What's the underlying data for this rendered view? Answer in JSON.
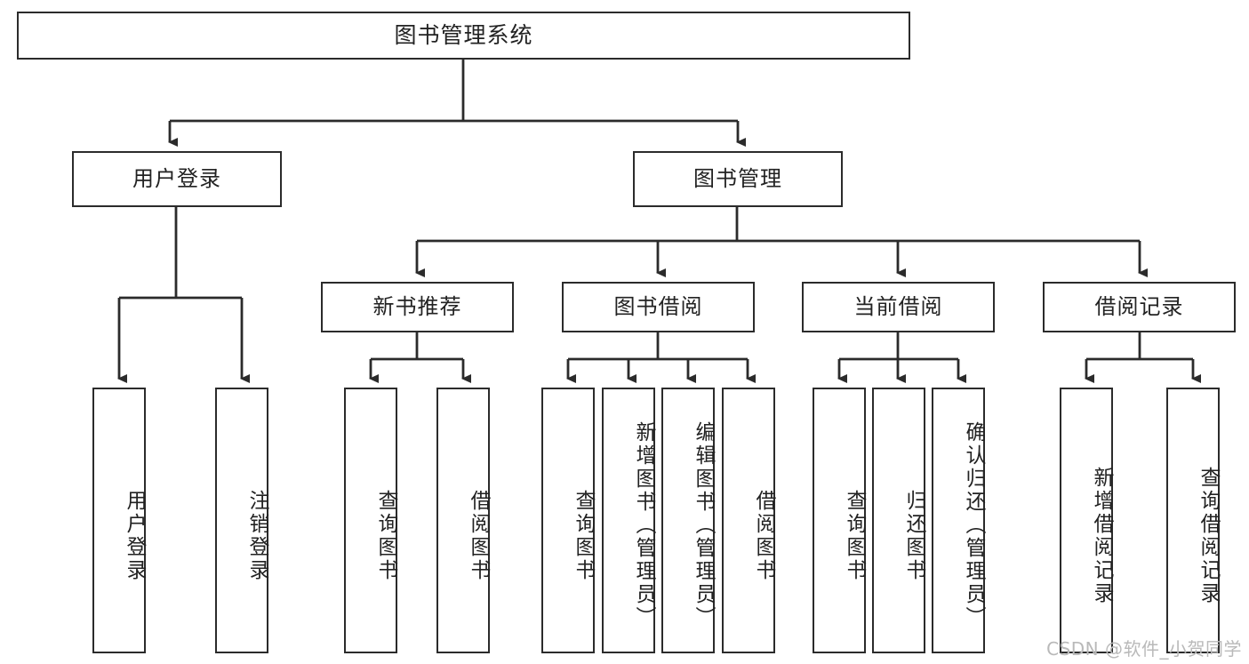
{
  "diagram": {
    "title": "图书管理系统",
    "watermark": "CSDN @软件_小贺同学",
    "stroke_color": "#2b2b2b",
    "fill_color": "#ffffff",
    "text_color": "#222222",
    "watermark_color": "#b9b9b9",
    "levels": {
      "root": "图书管理系统",
      "level1": [
        "用户登录",
        "图书管理"
      ],
      "level2": [
        "新书推荐",
        "图书借阅",
        "当前借阅",
        "借阅记录"
      ]
    },
    "nodes": {
      "root": "图书管理系统",
      "user_login": "用户登录",
      "book_manage": "图书管理",
      "new_book_rec": "新书推荐",
      "book_borrow": "图书借阅",
      "current_borrow": "当前借阅",
      "borrow_record": "借阅记录",
      "leaf_user_login": "用户登录",
      "leaf_logout": "注销登录",
      "leaf_query_book_1": "查询图书",
      "leaf_borrow_book_1": "借阅图书",
      "leaf_query_book_2": "查询图书",
      "leaf_add_book": "新增图书（管理员）",
      "leaf_edit_book": "编辑图书（管理员）",
      "leaf_borrow_book_2": "借阅图书",
      "leaf_query_book_3": "查询图书",
      "leaf_return_book": "归还图书",
      "leaf_confirm_return": "确认归还（管理员）",
      "leaf_add_record": "新增借阅记录",
      "leaf_query_record": "查询借阅记录"
    },
    "tree": [
      {
        "label": "图书管理系统",
        "children": [
          {
            "label": "用户登录",
            "children": [
              {
                "label": "用户登录",
                "children": []
              },
              {
                "label": "注销登录",
                "children": []
              }
            ]
          },
          {
            "label": "图书管理",
            "children": [
              {
                "label": "新书推荐",
                "children": [
                  {
                    "label": "查询图书",
                    "children": []
                  },
                  {
                    "label": "借阅图书",
                    "children": []
                  }
                ]
              },
              {
                "label": "图书借阅",
                "children": [
                  {
                    "label": "查询图书",
                    "children": []
                  },
                  {
                    "label": "新增图书（管理员）",
                    "children": []
                  },
                  {
                    "label": "编辑图书（管理员）",
                    "children": []
                  },
                  {
                    "label": "借阅图书",
                    "children": []
                  }
                ]
              },
              {
                "label": "当前借阅",
                "children": [
                  {
                    "label": "查询图书",
                    "children": []
                  },
                  {
                    "label": "归还图书",
                    "children": []
                  },
                  {
                    "label": "确认归还（管理员）",
                    "children": []
                  }
                ]
              },
              {
                "label": "借阅记录",
                "children": [
                  {
                    "label": "新增借阅记录",
                    "children": []
                  },
                  {
                    "label": "查询借阅记录",
                    "children": []
                  }
                ]
              }
            ]
          }
        ]
      }
    ]
  }
}
